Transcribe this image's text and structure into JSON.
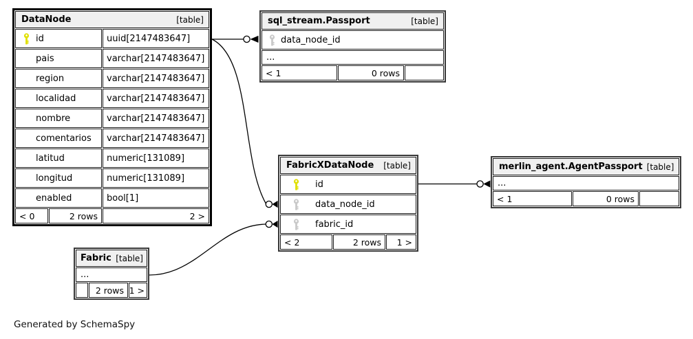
{
  "page": {
    "generated_note": "Generated by SchemaSpy"
  },
  "colors": {
    "primary_key_icon": "#e0e000",
    "foreign_key_icon": "#c9c9c9",
    "header_background": "#f0f0f0",
    "focus_table_border": "#000000",
    "table_border": "#383838",
    "line_color": "#000000"
  },
  "icons": {
    "primary_key": "key-icon-yellow",
    "foreign_key": "key-icon-gray"
  },
  "tables": {
    "datanode": {
      "title": "DataNode",
      "badge": "[table]",
      "columns": [
        {
          "name": "id",
          "type": "uuid[2147483647]",
          "key": "pk"
        },
        {
          "name": "pais",
          "type": "varchar[2147483647]",
          "key": "none"
        },
        {
          "name": "region",
          "type": "varchar[2147483647]",
          "key": "none"
        },
        {
          "name": "localidad",
          "type": "varchar[2147483647]",
          "key": "none"
        },
        {
          "name": "nombre",
          "type": "varchar[2147483647]",
          "key": "none"
        },
        {
          "name": "comentarios",
          "type": "varchar[2147483647]",
          "key": "none"
        },
        {
          "name": "latitud",
          "type": "numeric[131089]",
          "key": "none"
        },
        {
          "name": "longitud",
          "type": "numeric[131089]",
          "key": "none"
        },
        {
          "name": "enabled",
          "type": "bool[1]",
          "key": "none"
        }
      ],
      "footer": {
        "left": "< 0",
        "center": "2 rows",
        "right": "2 >"
      }
    },
    "sql_stream_passport": {
      "title": "sql_stream.Passport",
      "badge": "[table]",
      "columns": [
        {
          "name": "data_node_id",
          "key": "fk"
        }
      ],
      "more": "...",
      "footer": {
        "left": "< 1",
        "center": "0 rows",
        "right": ""
      }
    },
    "fabricxdatanode": {
      "title": "FabricXDataNode",
      "badge": "[table]",
      "columns": [
        {
          "name": "id",
          "key": "pk"
        },
        {
          "name": "data_node_id",
          "key": "fk"
        },
        {
          "name": "fabric_id",
          "key": "fk"
        }
      ],
      "footer": {
        "left": "< 2",
        "center": "2 rows",
        "right": "1 >"
      }
    },
    "merlin_agent_agentpassport": {
      "title": "merlin_agent.AgentPassport",
      "badge": "[table]",
      "more": "...",
      "footer": {
        "left": "< 1",
        "center": "0 rows",
        "right": ""
      }
    },
    "fabric": {
      "title": "Fabric",
      "badge": "[table]",
      "more": "...",
      "footer": {
        "left": "",
        "center": "2 rows",
        "right": "1 >"
      }
    }
  },
  "relationships": [
    {
      "from": "DataNode.id",
      "to": "sql_stream.Passport.data_node_id"
    },
    {
      "from": "DataNode.id",
      "to": "FabricXDataNode.data_node_id"
    },
    {
      "from": "Fabric",
      "to": "FabricXDataNode.fabric_id"
    },
    {
      "from": "FabricXDataNode.id",
      "to": "merlin_agent.AgentPassport"
    }
  ]
}
